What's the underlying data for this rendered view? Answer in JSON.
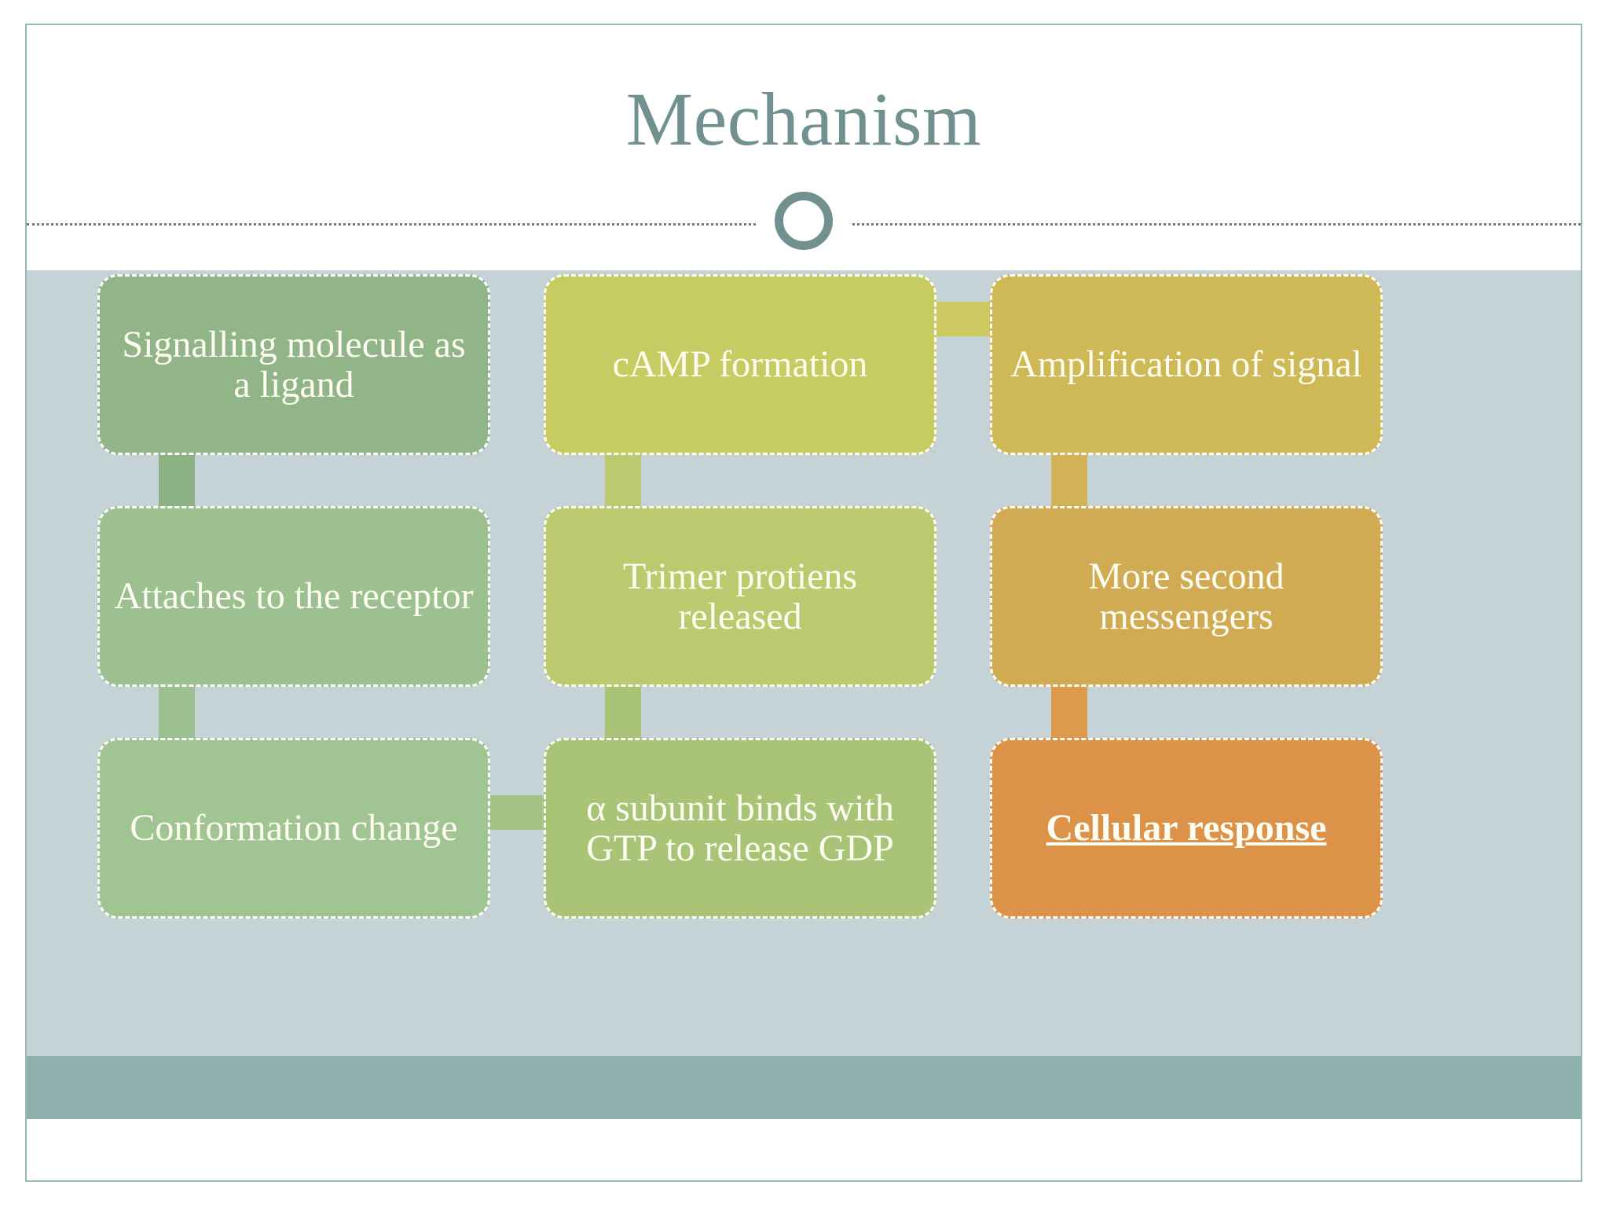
{
  "slide": {
    "title": "Mechanism",
    "title_color": "#70918f",
    "background_color": "#c6d3d6",
    "footer_color": "#8db0ac",
    "frame_border_color": "#9bb7b4"
  },
  "diagram": {
    "type": "flowchart",
    "columns": 3,
    "rows": 3,
    "nodes": [
      {
        "id": "signalling-molecule",
        "label": "Signalling molecule as a ligand",
        "column": 1,
        "row": 1,
        "fill": "#92b489",
        "emphasis": false
      },
      {
        "id": "attaches-receptor",
        "label": "Attaches to the receptor",
        "column": 1,
        "row": 2,
        "fill": "#9cc08f",
        "emphasis": false
      },
      {
        "id": "conformation-change",
        "label": "Conformation change",
        "column": 1,
        "row": 3,
        "fill": "#a0c492",
        "emphasis": false
      },
      {
        "id": "camp-formation",
        "label": "cAMP formation",
        "column": 2,
        "row": 1,
        "fill": "#c6cb62",
        "emphasis": false
      },
      {
        "id": "trimer-proteins-released",
        "label": "Trimer protiens released",
        "column": 2,
        "row": 2,
        "fill": "#bdc96f",
        "emphasis": false
      },
      {
        "id": "alpha-subunit-gtp",
        "label": "α subunit binds with GTP to release GDP",
        "column": 2,
        "row": 3,
        "fill": "#a9c377",
        "emphasis": false
      },
      {
        "id": "amplification-of-signal",
        "label": "Amplification of signal",
        "column": 3,
        "row": 1,
        "fill": "#ceb956",
        "emphasis": false
      },
      {
        "id": "more-second-messengers",
        "label": "More second messengers",
        "column": 3,
        "row": 2,
        "fill": "#d0ab54",
        "emphasis": false
      },
      {
        "id": "cellular-response",
        "label": "Cellular response",
        "column": 3,
        "row": 3,
        "fill": "#dc9248",
        "emphasis": true
      }
    ],
    "connectors": [
      {
        "id": "c1",
        "from": "signalling-molecule",
        "to": "attaches-receptor",
        "orientation": "vertical",
        "color": "#8cb183"
      },
      {
        "id": "c2",
        "from": "attaches-receptor",
        "to": "conformation-change",
        "orientation": "vertical",
        "color": "#9cc08f"
      },
      {
        "id": "c3",
        "from": "conformation-change",
        "to": "alpha-subunit-gtp",
        "orientation": "horizontal",
        "color": "#a4c487"
      },
      {
        "id": "c4",
        "from": "alpha-subunit-gtp",
        "to": "trimer-proteins-released",
        "orientation": "vertical",
        "color": "#a9c377"
      },
      {
        "id": "c5",
        "from": "trimer-proteins-released",
        "to": "camp-formation",
        "orientation": "vertical",
        "color": "#bdc96f"
      },
      {
        "id": "c6",
        "from": "camp-formation",
        "to": "amplification-of-signal",
        "orientation": "horizontal",
        "color": "#ceca62"
      },
      {
        "id": "c7",
        "from": "amplification-of-signal",
        "to": "more-second-messengers",
        "orientation": "vertical",
        "color": "#d2b257"
      },
      {
        "id": "c8",
        "from": "more-second-messengers",
        "to": "cellular-response",
        "orientation": "vertical",
        "color": "#dd9a4c"
      }
    ]
  }
}
